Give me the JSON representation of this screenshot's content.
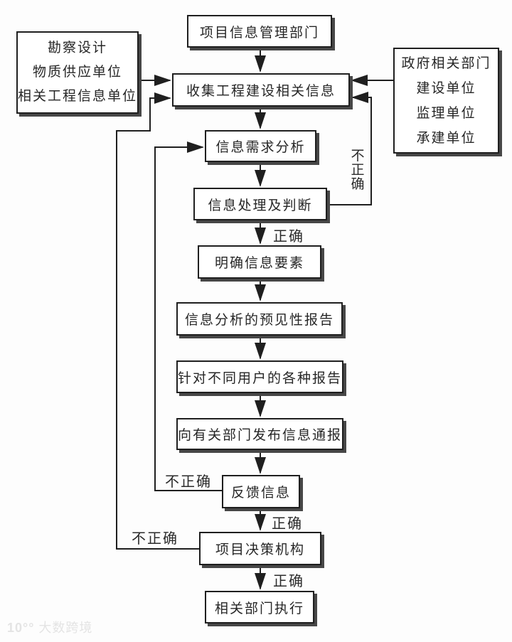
{
  "diagram": {
    "type": "flowchart",
    "nodes": {
      "title_dept": {
        "label": "项目信息管理部门"
      },
      "left_sources": {
        "lines": [
          "勘察设计",
          "物质供应单位",
          "相关工程信息单位"
        ]
      },
      "right_sources": {
        "lines": [
          "政府相关部门",
          "建设单位",
          "监理单位",
          "承建单位"
        ]
      },
      "collect": {
        "label": "收集工程建设相关信息"
      },
      "demand": {
        "label": "信息需求分析"
      },
      "process": {
        "label": "信息处理及判断"
      },
      "clarify": {
        "label": "明确信息要素"
      },
      "forecast": {
        "label": "信息分析的预见性报告"
      },
      "reports": {
        "label": "针对不同用户的各种报告"
      },
      "publish": {
        "label": "向有关部门发布信息通报"
      },
      "feedback": {
        "label": "反馈信息"
      },
      "decision": {
        "label": "项目决策机构"
      },
      "execute": {
        "label": "相关部门执行"
      }
    },
    "edges": [
      {
        "from": "title_dept",
        "to": "collect",
        "label": ""
      },
      {
        "from": "left_sources",
        "to": "collect",
        "label": ""
      },
      {
        "from": "right_sources",
        "to": "collect",
        "label": ""
      },
      {
        "from": "collect",
        "to": "demand",
        "label": ""
      },
      {
        "from": "demand",
        "to": "process",
        "label": ""
      },
      {
        "from": "process",
        "to": "clarify",
        "label": "正确"
      },
      {
        "from": "clarify",
        "to": "forecast",
        "label": ""
      },
      {
        "from": "forecast",
        "to": "reports",
        "label": ""
      },
      {
        "from": "reports",
        "to": "publish",
        "label": ""
      },
      {
        "from": "publish",
        "to": "feedback",
        "label": ""
      },
      {
        "from": "feedback",
        "to": "decision",
        "label": "正确"
      },
      {
        "from": "decision",
        "to": "execute",
        "label": "正确"
      },
      {
        "from": "process",
        "to": "collect",
        "label": "不正确"
      },
      {
        "from": "feedback",
        "to": "demand",
        "label": "不正确"
      },
      {
        "from": "decision",
        "to": "collect",
        "label": "不正确"
      }
    ],
    "colors": {
      "line": "#1f1f1f",
      "box_border": "#1f1f1f",
      "box_fill": "#ffffff",
      "box_shadow": "#474747",
      "text": "#262626",
      "background": "#fdfdfd",
      "watermark": "#e4e4e4"
    }
  },
  "watermark": {
    "logo": "10°°",
    "text": "大数跨境"
  }
}
